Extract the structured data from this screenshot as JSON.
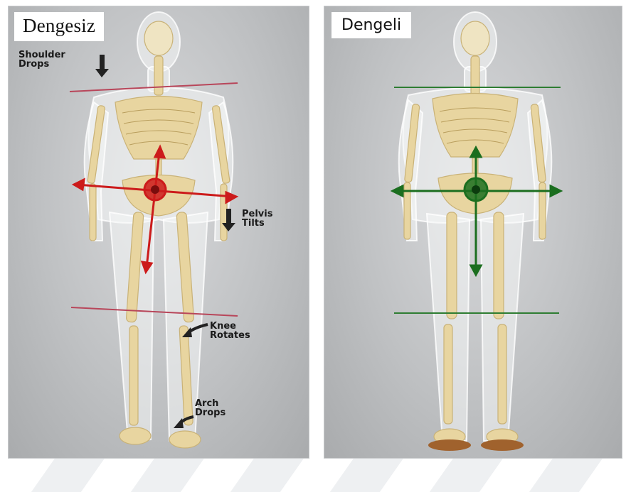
{
  "panels": {
    "unbalanced": {
      "title": "Dengesiz",
      "callouts": {
        "shoulder": "Shoulder\nDrops",
        "pelvis": "Pelvis\nTilts",
        "knee": "Knee\nRotates",
        "arch": "Arch\nDrops"
      },
      "line_color": "#b8465a",
      "axis_color": "#cc1b1b"
    },
    "balanced": {
      "title": "Dengeli",
      "line_color": "#2e7d32",
      "axis_color": "#1b6e1f"
    }
  },
  "colors": {
    "bone": "#e8d5a0",
    "body": "#f4f5f6",
    "sandal": "#a0622d"
  }
}
